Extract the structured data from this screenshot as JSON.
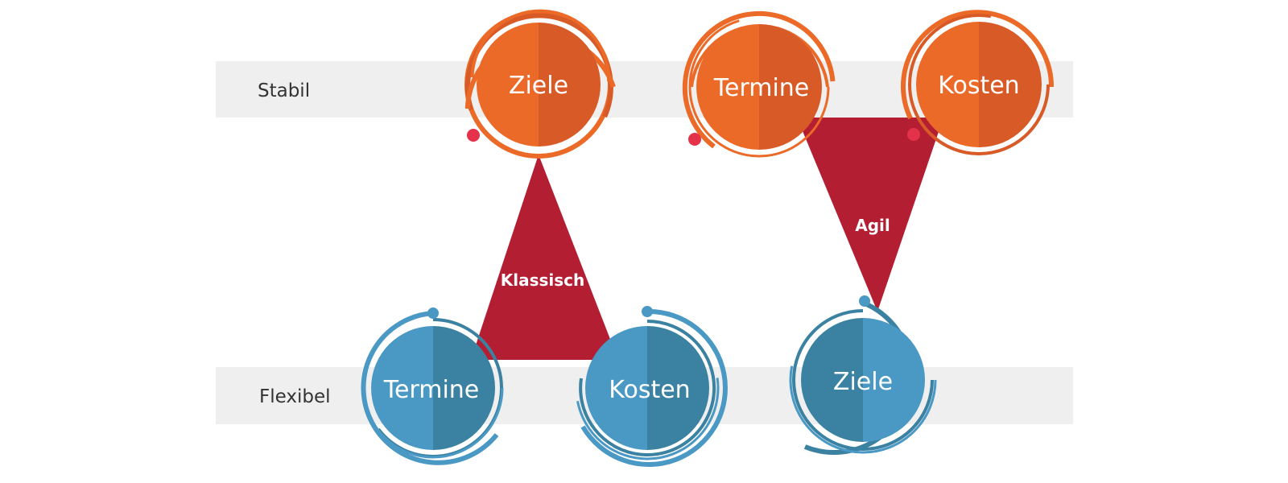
{
  "rows": {
    "stable_label": "Stabil",
    "flexible_label": "Flexibel"
  },
  "classic": {
    "label": "Klassisch",
    "goals": "Ziele",
    "schedule": "Termine",
    "costs": "Kosten"
  },
  "agile": {
    "label": "Agil",
    "schedule": "Termine",
    "costs": "Kosten",
    "goals": "Ziele"
  },
  "colors": {
    "band": "#efefef",
    "triangle": "#b41e33",
    "orange_light": "#ec6a28",
    "orange_dark": "#d85b27",
    "blue_light": "#4a98c4",
    "blue_dark": "#3b82a2",
    "dot": "#e5324b"
  }
}
